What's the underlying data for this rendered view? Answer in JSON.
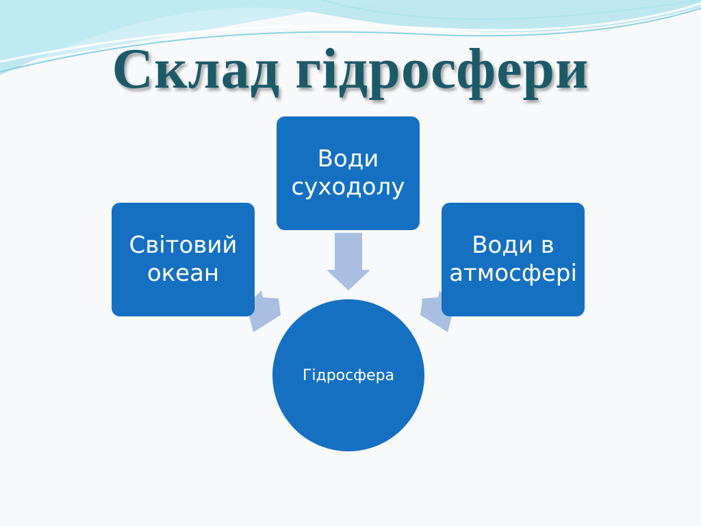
{
  "slide": {
    "title": "Склад гідросфери",
    "center": "Гідросфера",
    "boxes": {
      "ocean": "Світовий\nокеан",
      "land": "Води\nсуходолу",
      "atmosphere": "Води в\nатмосфері"
    }
  },
  "colors": {
    "box": "#1570c2",
    "arrow": "#a9bfe1",
    "title": "#1c5a6a",
    "wave": "#8fd8e8"
  }
}
